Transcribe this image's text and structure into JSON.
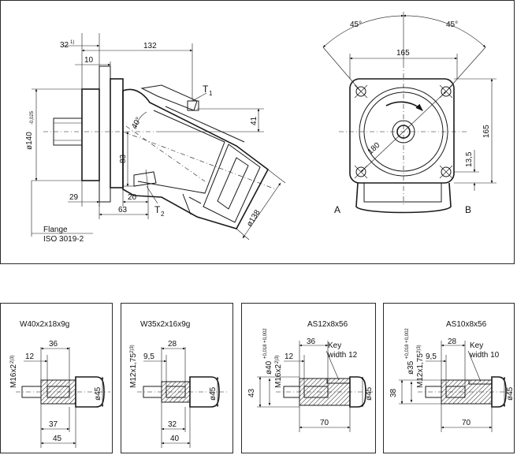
{
  "side_view": {
    "dim_32": "32",
    "dim_32_note": "1)",
    "dim_132": "132",
    "dim_10": "10",
    "dim_41": "41",
    "dim_40deg": "40°",
    "dim_83": "83",
    "dim_29": "29",
    "dim_20": "20",
    "dim_63": "63",
    "dim_diam140": "ø140",
    "dim_diam140_tol": "-0,025",
    "dim_diam138": "ø138",
    "port_t1": "T",
    "port_t1_sub": "1",
    "port_t2": "T",
    "port_t2_sub": "2",
    "flange_line1": "Flange",
    "flange_line2": "ISO 3019-2"
  },
  "front_view": {
    "angle_left": "45°",
    "angle_right": "45°",
    "dim_165_h": "165",
    "dim_165_v": "165",
    "dim_180": "180",
    "dim_13_5": "13,5",
    "port_a": "A",
    "port_b": "B"
  },
  "shaft_panels": [
    {
      "title": "W40x2x18x9g",
      "thread": "M16x2",
      "thread_note": "2)3)",
      "dim_36": "36",
      "dim_12": "12",
      "dim_37": "37",
      "dim_45": "45",
      "diam": "ø45"
    },
    {
      "title": "W35x2x16x9g",
      "thread": "M12x1,75",
      "thread_note": "2)3)",
      "dim_28": "28",
      "dim_9_5": "9,5",
      "dim_32": "32",
      "dim_40": "40",
      "diam": "ø45"
    },
    {
      "title": "AS12x8x56",
      "thread": "M16x2",
      "thread_note": "2)3)",
      "shaft_diam": "ø40",
      "shaft_tol": "+0,018 +0,002",
      "dim_36": "36",
      "dim_12": "12",
      "key_label": "Key",
      "key_width": "width 12",
      "dim_43": "43",
      "dim_70": "70",
      "diam": "ø45"
    },
    {
      "title": "AS10x8x56",
      "thread": "M12x1,75",
      "thread_note": "2)3)",
      "shaft_diam": "ø35",
      "shaft_tol": "+0,018 +0,002",
      "dim_28": "28",
      "dim_9_5": "9,5",
      "key_label": "Key",
      "key_width": "width 10",
      "dim_38": "38",
      "dim_70": "70",
      "diam": "ø45"
    }
  ]
}
